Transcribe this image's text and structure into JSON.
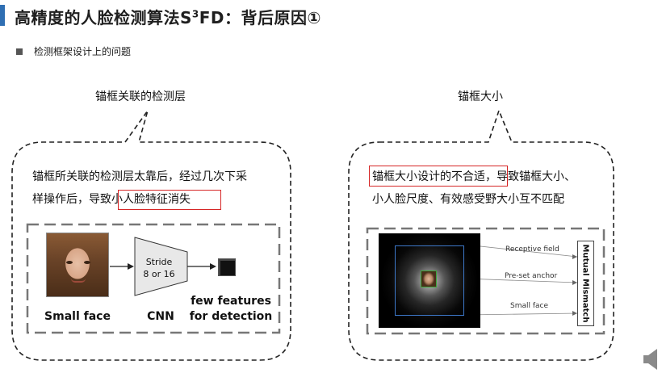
{
  "header": {
    "title_main": "高精度的人脸检测算法S",
    "title_sup": "3",
    "title_tail": "FD：背后原因①"
  },
  "bullet": {
    "text": "检测框架设计上的问题"
  },
  "left": {
    "caption": "锚框关联的检测层",
    "para_line1": "锚框所关联的检测层太靠后，经过几次下采",
    "para_line2_prefix": "样操作后，导致",
    "para_line2_highlight": "小人脸特征消失",
    "face_label": "Small face",
    "cnn_line1": "Stride",
    "cnn_line2": "8 or 16",
    "cnn_label": "CNN",
    "features_line1": "few features",
    "features_line2": "for detection"
  },
  "right": {
    "caption": "锚框大小",
    "para_line1_highlight": "锚框大小设计的不合适，",
    "para_line1_suffix": "导致锚框大小、",
    "para_line2": "小人脸尺度、有效感受野大小互不匹配",
    "receptive_field": "Receptive field",
    "preset_anchor": "Pre-set  anchor",
    "small_face": "Small  face",
    "mutual_mismatch": "Mutual Mismatch"
  },
  "colors": {
    "accent": "#2f6fb3",
    "highlight_border": "#d62626",
    "anchor_box": "#3d78c9",
    "face_box": "#3ba53b"
  },
  "icons": {
    "speaker": "speaker-icon"
  }
}
